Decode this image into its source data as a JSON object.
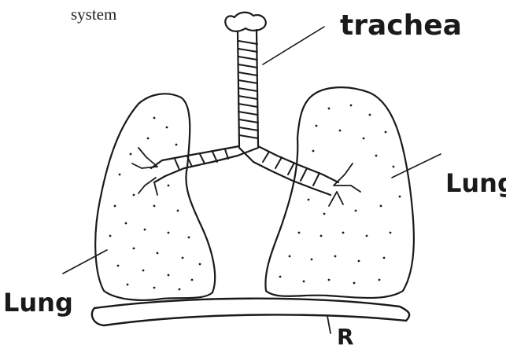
{
  "header": {
    "caption": "system"
  },
  "labels": {
    "trachea": "trachea",
    "lung_right": "Lung",
    "lung_left": "Lung",
    "diaphragm": "R"
  },
  "colors": {
    "ink": "#1a1a1a",
    "paper": "#ffffff"
  }
}
